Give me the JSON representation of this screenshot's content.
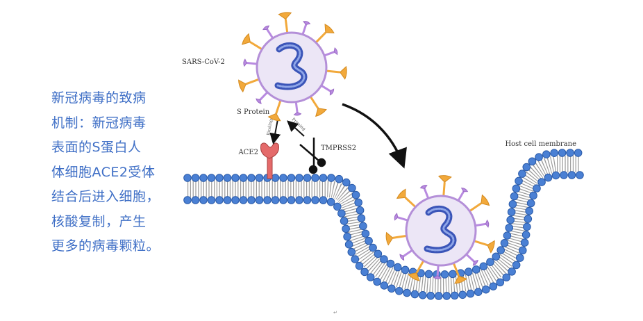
{
  "caption": {
    "lines": [
      "新冠病毒的致病",
      "机制：新冠病毒",
      "表面的S蛋白人",
      "体细胞ACE2受体",
      "结合后进入细胞，",
      "核酸复制，产生",
      "更多的病毒颗粒。"
    ]
  },
  "diagram": {
    "virus_label": "SARS-CoV-2",
    "spike_label": "S Protein",
    "receptor_label": "ACE2",
    "protease_label": "TMPRSS2",
    "binding_label": "Binding",
    "priming_label": "Priming",
    "membrane_label": "Host cell membrane",
    "footer_mark": "↵"
  },
  "colors": {
    "caption": "#3f6fc6",
    "lipid_head": "#4a80d4",
    "virus_body": "#ece6f6",
    "virus_outline": "#b48fd8",
    "spike_orange": "#f2a93b",
    "spike_purple": "#b88ae0",
    "genome": "#3b55b8",
    "ace2": "#e46a6a"
  }
}
